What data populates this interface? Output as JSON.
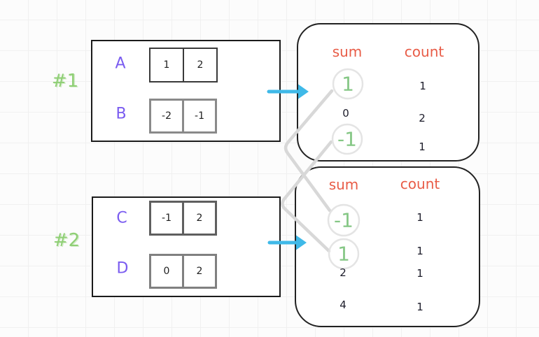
{
  "diagram": {
    "examples": [
      {
        "label": "#1",
        "arrays": [
          {
            "name": "A",
            "cells": [
              "1",
              "2"
            ]
          },
          {
            "name": "B",
            "cells": [
              "-2",
              "-1"
            ]
          }
        ],
        "table": {
          "headers": {
            "sum": "sum",
            "count": "count"
          },
          "rows": [
            {
              "sum": "1",
              "count": "1",
              "circled": true
            },
            {
              "sum": "0",
              "count": "2",
              "circled": false
            },
            {
              "sum": "-1",
              "count": "1",
              "circled": true
            }
          ]
        }
      },
      {
        "label": "#2",
        "arrays": [
          {
            "name": "C",
            "cells": [
              "-1",
              "2"
            ]
          },
          {
            "name": "D",
            "cells": [
              "0",
              "2"
            ]
          }
        ],
        "table": {
          "headers": {
            "sum": "sum",
            "count": "count"
          },
          "rows": [
            {
              "sum": "-1",
              "count": "1",
              "circled": true
            },
            {
              "sum": "1",
              "count": "1",
              "circled": true
            },
            {
              "sum": "2",
              "count": "1",
              "circled": false
            },
            {
              "sum": "4",
              "count": "1",
              "circled": false
            }
          ]
        }
      }
    ],
    "colors": {
      "example_label_green": "#8fcf75",
      "array_letter_purple": "#7a5cf0",
      "table_header_orange": "#e85c47",
      "circled_value_green": "#85c785",
      "arrow_cyan": "#3fb9e8",
      "connector_gray": "#d8d8d8",
      "circle_outline_gray": "#e4e4e4"
    }
  }
}
